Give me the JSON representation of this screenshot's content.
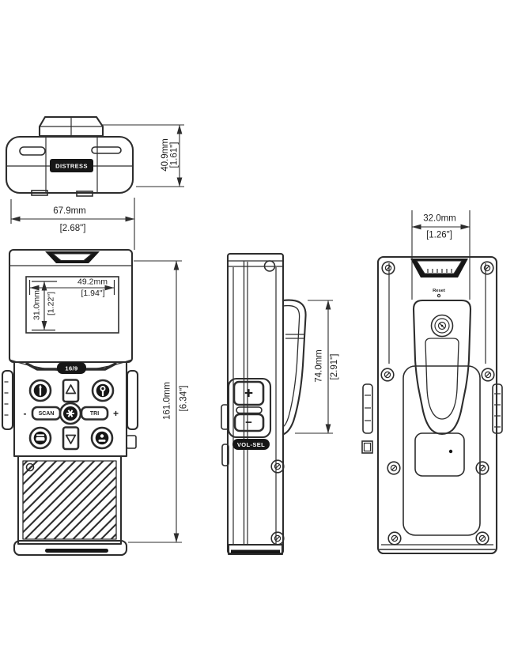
{
  "dims": {
    "top_height_mm": "40.9mm",
    "top_height_in": "[1.61\"]",
    "front_width_mm": "67.9mm",
    "front_width_in": "[2.68\"]",
    "screen_w_mm": "49.2mm",
    "screen_w_in": "[1.94\"]",
    "screen_h_mm": "31.0mm",
    "screen_h_in": "[1.22\"]",
    "body_h_mm": "161.0mm",
    "body_h_in": "[6.34\"]",
    "clip_l_mm": "74.0mm",
    "clip_l_in": "[2.91\"]",
    "clip_w_mm": "32.0mm",
    "clip_w_in": "[1.26\"]"
  },
  "labels": {
    "distress": "DISTRESS",
    "ch169": "16/9",
    "scan": "SCAN",
    "tri": "TRI",
    "keypad_minus": "-",
    "keypad_plus": "+",
    "vol_plus": "+",
    "vol_minus": "−",
    "vol_sel": "VOL-SEL",
    "reset": "Reset"
  }
}
